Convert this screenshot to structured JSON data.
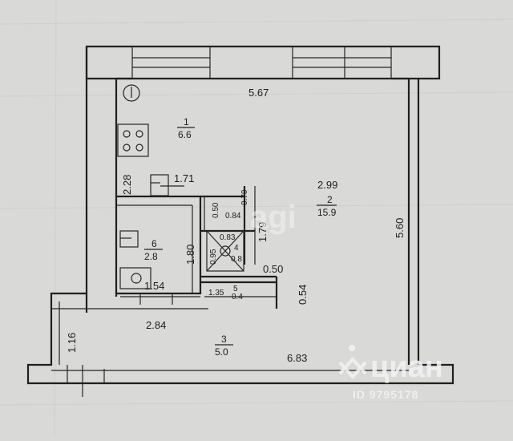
{
  "dimensions": {
    "top_width": "5.67",
    "kitchen_height": "2.28",
    "kitchen_counter": "1.71",
    "room_depth": "2.99",
    "room_height": "5.60",
    "hall_top": "0.50",
    "hall_width": "0.84",
    "hall_side": "0.70",
    "closet_h": "1.79",
    "toilet_w": "0.83",
    "toilet_h": "0.95",
    "bath_height": "1.80",
    "bath_width": "1.54",
    "wall_050": "0.50",
    "wall_054": "0.54",
    "closet_w": "1.35",
    "balcony_inner": "2.84",
    "balcony_depth": "1.16",
    "balcony_length": "6.83"
  },
  "rooms": {
    "r1": {
      "number": "1",
      "area": "6.6"
    },
    "r2": {
      "number": "2",
      "area": "15.9"
    },
    "r3": {
      "number": "3",
      "area": "5.0"
    },
    "r4": {
      "number": "4",
      "area": "0.8"
    },
    "r5": {
      "number": "5",
      "area": "0.4"
    },
    "r6": {
      "number": "6",
      "area": "2.8"
    }
  },
  "watermark": {
    "center": "agi",
    "brand": "циан",
    "listing_id": "ID 9795178"
  }
}
